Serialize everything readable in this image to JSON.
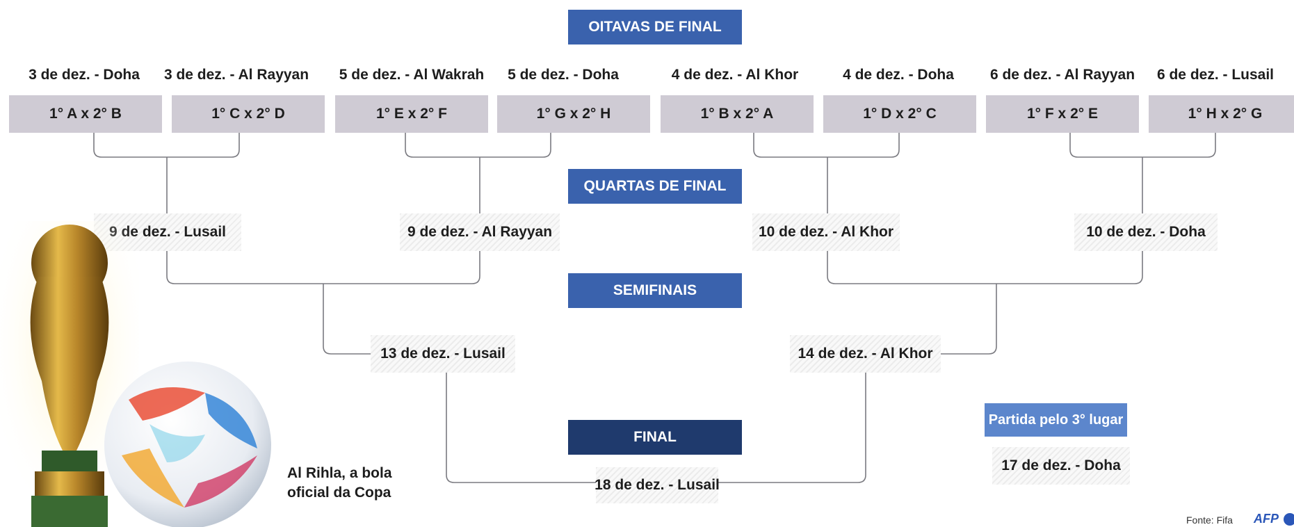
{
  "stages": {
    "round16": "OITAVAS DE FINAL",
    "quarters": "QUARTAS DE FINAL",
    "semis": "SEMIFINAIS",
    "final": "FINAL",
    "third": "Partida pelo 3° lugar"
  },
  "round16": [
    {
      "header": "3 de dez. - Doha",
      "match": "1° A x 2° B"
    },
    {
      "header": "3 de dez. - Al Rayyan",
      "match": "1° C x 2° D"
    },
    {
      "header": "5 de dez. - Al Wakrah",
      "match": "1° E x 2° F"
    },
    {
      "header": "5 de dez. - Doha",
      "match": "1° G x 2° H"
    },
    {
      "header": "4 de dez. - Al Khor",
      "match": "1° B x 2° A"
    },
    {
      "header": "4 de dez. - Doha",
      "match": "1° D x 2° C"
    },
    {
      "header": "6 de dez. - Al Rayyan",
      "match": "1° F x 2° E"
    },
    {
      "header": "6 de dez. - Lusail",
      "match": "1° H x 2° G"
    }
  ],
  "quarters": [
    "9 de dez. - Lusail",
    "9 de dez. - Al Rayyan",
    "10 de dez. - Al Khor",
    "10 de dez. - Doha"
  ],
  "semis": [
    "13 de dez. - Lusail",
    "14 de dez. - Al Khor"
  ],
  "final": "18 de dez. - Lusail",
  "third_place": "17 de dez. - Doha",
  "caption": {
    "line1": "Al Rihla, a bola",
    "line2": "oficial da Copa"
  },
  "source": "Fonte: Fifa",
  "credit": "AFP",
  "colors": {
    "stage_blue": "#3a62ad",
    "final_navy": "#1f3a6d",
    "match_gray": "#cfcbd4",
    "third_blue": "#5c86cc"
  }
}
